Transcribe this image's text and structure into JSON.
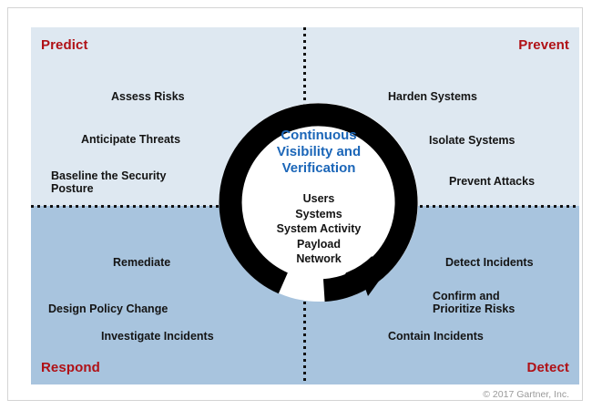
{
  "diagram": {
    "quadrants": [
      {
        "id": "predict",
        "title": "Predict",
        "title_color": "#b01116",
        "background": "#dee8f1",
        "items": [
          "Assess Risks",
          "Anticipate Threats",
          "Baseline the Security\nPosture"
        ]
      },
      {
        "id": "prevent",
        "title": "Prevent",
        "title_color": "#b01116",
        "background": "#dee8f1",
        "items": [
          "Harden Systems",
          "Isolate Systems",
          "Prevent Attacks"
        ]
      },
      {
        "id": "respond",
        "title": "Respond",
        "title_color": "#b01116",
        "background": "#a8c4de",
        "items": [
          "Remediate",
          "Design Policy Change",
          "Investigate Incidents"
        ]
      },
      {
        "id": "detect",
        "title": "Detect",
        "title_color": "#b01116",
        "background": "#a8c4de",
        "items": [
          "Detect Incidents",
          "Confirm and\nPrioritize Risks",
          "Contain Incidents"
        ]
      }
    ],
    "items": {
      "assess_risks": "Assess Risks",
      "anticipate_threats": "Anticipate Threats",
      "baseline_posture": "Baseline the Security\nPosture",
      "harden_systems": "Harden Systems",
      "isolate_systems": "Isolate Systems",
      "prevent_attacks": "Prevent Attacks",
      "remediate": "Remediate",
      "design_policy_change": "Design Policy Change",
      "investigate_incidents": "Investigate Incidents",
      "detect_incidents": "Detect Incidents",
      "confirm_prioritize": "Confirm and\nPrioritize Risks",
      "contain_incidents": "Contain Incidents"
    },
    "center": {
      "heading": "Continuous\nVisibility and\nVerification",
      "heading_color": "#1b66b8",
      "list": "Users\nSystems\nSystem Activity\nPayload\nNetwork",
      "ring_color": "#000000",
      "fill_color": "#ffffff"
    },
    "footer": {
      "copyright": "© 2017 Gartner, Inc."
    },
    "dividers": {
      "style": "dotted",
      "color": "#111111"
    }
  }
}
